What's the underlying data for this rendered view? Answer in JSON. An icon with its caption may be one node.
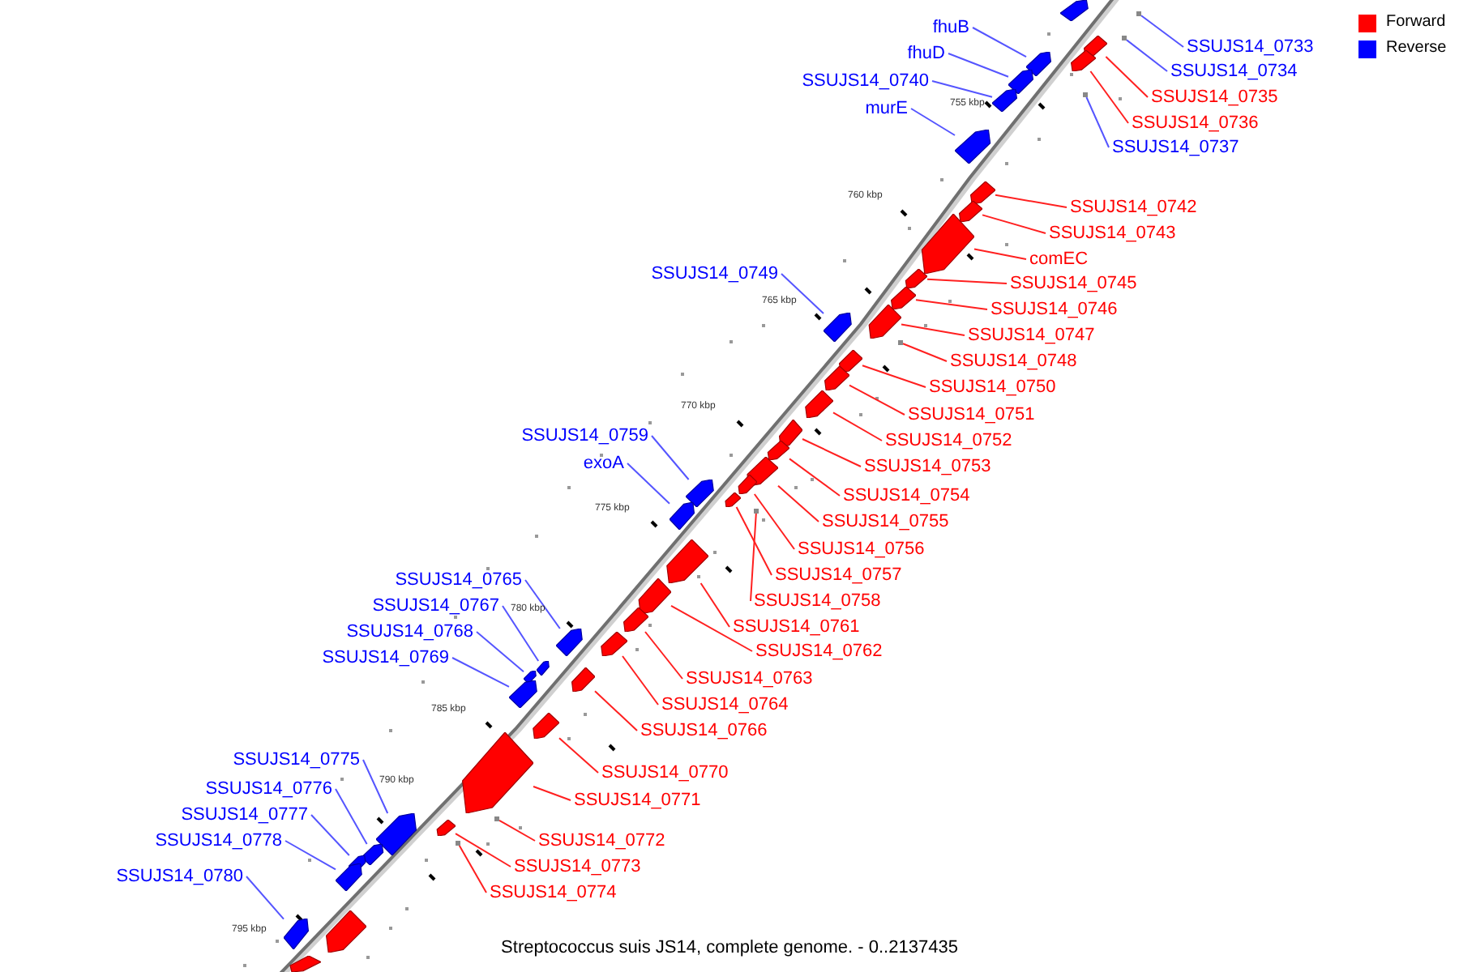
{
  "diagram": {
    "caption": "Streptococcus suis JS14, complete genome. - 0..2137435",
    "nodes": [
      {
        "text": [
          "SSUJS14_0733"
        ]
      },
      {
        "text": [],
        "shape": "dot"
      },
      {
        "text": [
          "SSUJS14_0734"
        ]
      },
      {
        "text": [],
        "shape": "dot"
      },
      {
        "text": [
          "SSUJS14_0735"
        ]
      },
      {
        "text": [],
        "shape": "pentagon"
      },
      {
        "text": [
          "SSUJS14_0736"
        ]
      },
      {
        "text": [],
        "shape": "pentagon"
      },
      {
        "text": [
          "SSUJS14_0737"
        ]
      },
      {
        "text": [],
        "shape": "dot"
      },
      {
        "text": [
          "fhuB"
        ]
      },
      {
        "text": [],
        "shape": "pentagon"
      },
      {
        "text": [
          "fhuD"
        ]
      },
      {
        "text": [],
        "shape": "pentagon"
      },
      {
        "text": [
          "SSUJS14_0740"
        ]
      },
      {
        "text": [],
        "shape": "pentagon"
      },
      {
        "text": [
          "murE"
        ]
      },
      {
        "text": [],
        "shape": "pentagon"
      },
      {
        "text": [
          "SSUJS14_0742"
        ]
      },
      {
        "text": [],
        "shape": "pentagon"
      },
      {
        "text": [
          "SSUJS14_0743"
        ]
      },
      {
        "text": [],
        "shape": "pentagon"
      },
      {
        "text": [
          "comEC"
        ]
      },
      {
        "text": [],
        "shape": "pentagon"
      },
      {
        "text": [
          "SSUJS14_0745"
        ]
      },
      {
        "text": [],
        "shape": "pentagon"
      },
      {
        "text": [
          "SSUJS14_0746"
        ]
      },
      {
        "text": [],
        "shape": "pentagon"
      },
      {
        "text": [
          "SSUJS14_0747"
        ]
      },
      {
        "text": [],
        "shape": "pentagon"
      },
      {
        "text": [
          "SSUJS14_0748"
        ]
      },
      {
        "text": [],
        "shape": "dot"
      },
      {
        "text": [
          "SSUJS14_0749"
        ]
      },
      {
        "text": [],
        "shape": "pentagon"
      },
      {
        "text": [
          "SSUJS14_0750"
        ]
      },
      {
        "text": [],
        "shape": "pentagon"
      },
      {
        "text": [
          "SSUJS14_0751"
        ]
      },
      {
        "text": [],
        "shape": "pentagon"
      },
      {
        "text": [
          "SSUJS14_0752"
        ]
      },
      {
        "text": [],
        "shape": "pentagon"
      },
      {
        "text": [
          "SSUJS14_0753"
        ]
      },
      {
        "text": [],
        "shape": "pentagon"
      },
      {
        "text": [
          "SSUJS14_0754"
        ]
      },
      {
        "text": [],
        "shape": "pentagon"
      },
      {
        "text": [
          "SSUJS14_0755"
        ]
      },
      {
        "text": [],
        "shape": "pentagon"
      },
      {
        "text": [
          "SSUJS14_0756"
        ]
      },
      {
        "text": [],
        "shape": "pentagon"
      },
      {
        "text": [
          "SSUJS14_0757"
        ]
      },
      {
        "text": [],
        "shape": "pentagon"
      },
      {
        "text": [
          "SSUJS14_0758"
        ]
      },
      {
        "text": [],
        "shape": "dot"
      },
      {
        "text": [
          "SSUJS14_0759"
        ]
      },
      {
        "text": [],
        "shape": "pentagon"
      },
      {
        "text": [
          "exoA"
        ]
      },
      {
        "text": [],
        "shape": "pentagon"
      },
      {
        "text": [
          "SSUJS14_0761"
        ]
      },
      {
        "text": [],
        "shape": "pentagon"
      },
      {
        "text": [
          "SSUJS14_0762"
        ]
      },
      {
        "text": [],
        "shape": "pentagon"
      },
      {
        "text": [
          "SSUJS14_0763"
        ]
      },
      {
        "text": [],
        "shape": "pentagon"
      },
      {
        "text": [
          "SSUJS14_0764"
        ]
      },
      {
        "text": [],
        "shape": "pentagon"
      },
      {
        "text": [
          "SSUJS14_0765"
        ]
      },
      {
        "text": [],
        "shape": "pentagon"
      },
      {
        "text": [
          "SSUJS14_0766"
        ]
      },
      {
        "text": [],
        "shape": "pentagon"
      },
      {
        "text": [
          "SSUJS14_0767"
        ]
      },
      {
        "text": [],
        "shape": "pentagon"
      },
      {
        "text": [
          "SSUJS14_0768"
        ]
      },
      {
        "text": [],
        "shape": "pentagon"
      },
      {
        "text": [
          "SSUJS14_0769"
        ]
      },
      {
        "text": [],
        "shape": "pentagon"
      },
      {
        "text": [
          "SSUJS14_0770"
        ]
      },
      {
        "text": [],
        "shape": "pentagon"
      },
      {
        "text": [
          "SSUJS14_0771"
        ]
      },
      {
        "text": [],
        "shape": "pentagon"
      },
      {
        "text": [
          "SSUJS14_0772"
        ]
      },
      {
        "text": [],
        "shape": "dot"
      },
      {
        "text": [
          "SSUJS14_0773"
        ]
      },
      {
        "text": [],
        "shape": "pentagon"
      },
      {
        "text": [
          "SSUJS14_0774"
        ]
      },
      {
        "text": [],
        "shape": "dot"
      },
      {
        "text": [
          "SSUJS14_0775"
        ]
      },
      {
        "text": [],
        "shape": "pentagon"
      },
      {
        "text": [
          "SSUJS14_0776"
        ]
      },
      {
        "text": [],
        "shape": "pentagon"
      },
      {
        "text": [
          "SSUJS14_0777"
        ]
      },
      {
        "text": [],
        "shape": "pentagon"
      },
      {
        "text": [
          "SSUJS14_0778"
        ]
      },
      {
        "text": [],
        "shape": "pentagon"
      },
      {
        "text": [
          "SSUJS14_0780"
        ]
      },
      {
        "text": [],
        "shape": "pentagon"
      },
      {
        "text": [],
        "shape": "pentagon"
      },
      {
        "text": [],
        "shape": "pentagon"
      },
      {
        "text": [],
        "shape": "pentagon"
      }
    ],
    "edges": [
      {
        "from": 0,
        "to": 1,
        "arrow": "none",
        "color": "#5555ff"
      },
      {
        "from": 2,
        "to": 3,
        "arrow": "none",
        "color": "#5555ff"
      },
      {
        "from": 4,
        "to": 5,
        "arrow": "none"
      },
      {
        "from": 6,
        "to": 7,
        "arrow": "none"
      },
      {
        "from": 8,
        "to": 9,
        "arrow": "none",
        "color": "#5555ff"
      },
      {
        "from": 10,
        "to": 11,
        "arrow": "none",
        "color": "#5555ff"
      },
      {
        "from": 12,
        "to": 13,
        "arrow": "none",
        "color": "#5555ff"
      },
      {
        "from": 14,
        "to": 15,
        "arrow": "none",
        "color": "#5555ff"
      },
      {
        "from": 16,
        "to": 17,
        "arrow": "none",
        "color": "#5555ff"
      },
      {
        "from": 18,
        "to": 19,
        "arrow": "none"
      },
      {
        "from": 20,
        "to": 21,
        "arrow": "none"
      },
      {
        "from": 22,
        "to": 23,
        "arrow": "none"
      },
      {
        "from": 24,
        "to": 25,
        "arrow": "none"
      },
      {
        "from": 26,
        "to": 27,
        "arrow": "none"
      },
      {
        "from": 28,
        "to": 29,
        "arrow": "none"
      },
      {
        "from": 30,
        "to": 31,
        "arrow": "none"
      },
      {
        "from": 32,
        "to": 33,
        "arrow": "none",
        "color": "#5555ff"
      },
      {
        "from": 34,
        "to": 35,
        "arrow": "none"
      },
      {
        "from": 36,
        "to": 37,
        "arrow": "none"
      },
      {
        "from": 38,
        "to": 39,
        "arrow": "none"
      },
      {
        "from": 40,
        "to": 41,
        "arrow": "none"
      },
      {
        "from": 42,
        "to": 43,
        "arrow": "none"
      },
      {
        "from": 44,
        "to": 45,
        "arrow": "none"
      },
      {
        "from": 46,
        "to": 47,
        "arrow": "none"
      },
      {
        "from": 48,
        "to": 49,
        "arrow": "none"
      },
      {
        "from": 50,
        "to": 51,
        "arrow": "none"
      },
      {
        "from": 52,
        "to": 53,
        "arrow": "none",
        "color": "#5555ff"
      },
      {
        "from": 54,
        "to": 55,
        "arrow": "none",
        "color": "#5555ff"
      },
      {
        "from": 56,
        "to": 57,
        "arrow": "none"
      },
      {
        "from": 58,
        "to": 59,
        "arrow": "none"
      },
      {
        "from": 60,
        "to": 61,
        "arrow": "none"
      },
      {
        "from": 62,
        "to": 63,
        "arrow": "none"
      },
      {
        "from": 64,
        "to": 65,
        "arrow": "none",
        "color": "#5555ff"
      },
      {
        "from": 66,
        "to": 67,
        "arrow": "none"
      },
      {
        "from": 68,
        "to": 69,
        "arrow": "none",
        "color": "#5555ff"
      },
      {
        "from": 70,
        "to": 71,
        "arrow": "none",
        "color": "#5555ff"
      },
      {
        "from": 72,
        "to": 73,
        "arrow": "none",
        "color": "#5555ff"
      },
      {
        "from": 74,
        "to": 75,
        "arrow": "none"
      },
      {
        "from": 76,
        "to": 77,
        "arrow": "none"
      },
      {
        "from": 78,
        "to": 79,
        "arrow": "none"
      },
      {
        "from": 80,
        "to": 81,
        "arrow": "none"
      },
      {
        "from": 82,
        "to": 83,
        "arrow": "none"
      },
      {
        "from": 84,
        "to": 85,
        "arrow": "none",
        "color": "#5555ff"
      },
      {
        "from": 86,
        "to": 87,
        "arrow": "none",
        "color": "#5555ff"
      },
      {
        "from": 88,
        "to": 89,
        "arrow": "none",
        "color": "#5555ff"
      },
      {
        "from": 90,
        "to": 91,
        "arrow": "none",
        "color": "#5555ff"
      },
      {
        "from": 92,
        "to": 93,
        "arrow": "none",
        "color": "#5555ff"
      }
    ],
    "labels": [
      "755 kbp",
      "760 kbp",
      "765 kbp",
      "770 kbp",
      "775 kbp",
      "780 kbp",
      "785 kbp",
      "790 kbp",
      "795 kbp"
    ],
    "legend": [
      {
        "text": "Forward",
        "color": "#ff0000"
      },
      {
        "text": "Reverse",
        "color": "#0000ff"
      }
    ]
  }
}
